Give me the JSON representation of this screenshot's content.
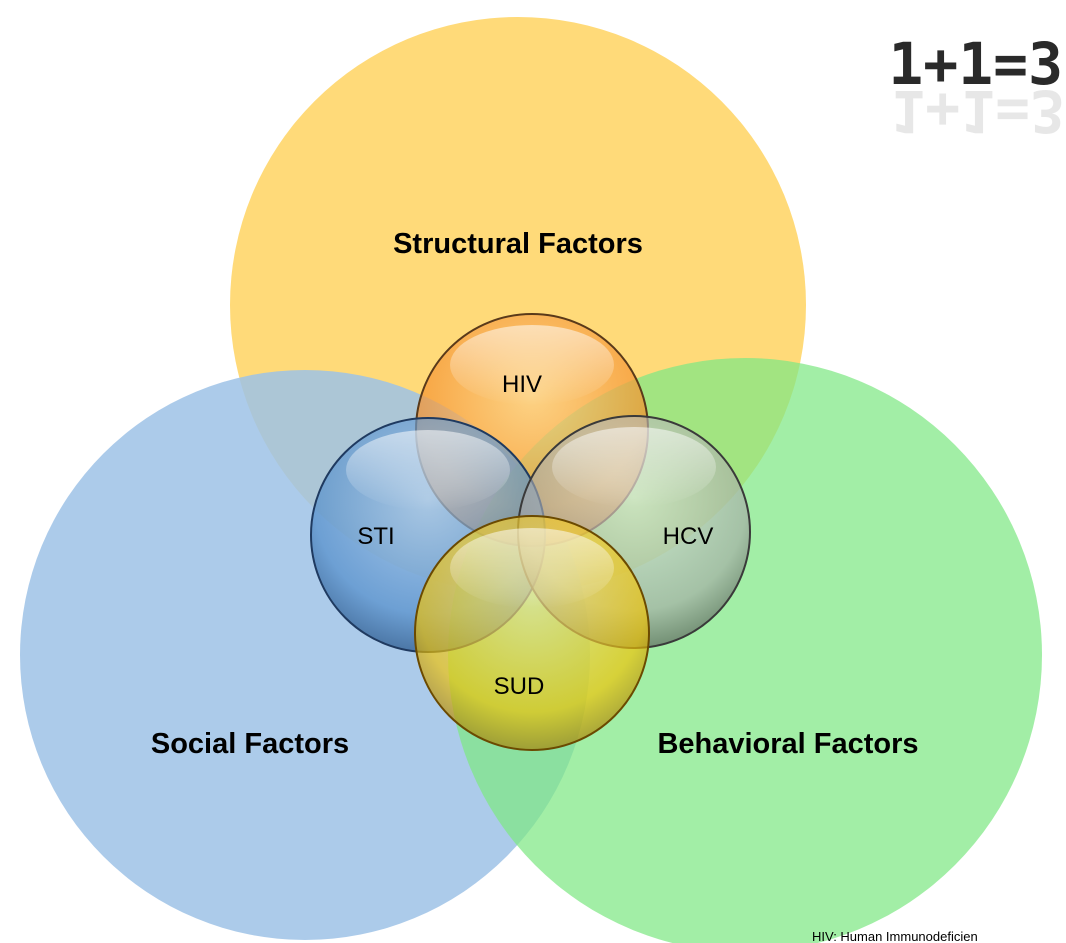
{
  "big_circles": [
    {
      "id": "structural",
      "label": "Structural Factors",
      "fill": "#ffd872",
      "opacity": 0.95
    },
    {
      "id": "social",
      "label": "Social Factors",
      "fill": "#9ec2e6",
      "opacity": 0.85
    },
    {
      "id": "behavioral",
      "label": "Behavioral Factors",
      "fill": "#7ee884",
      "opacity": 0.78
    }
  ],
  "small_circles": [
    {
      "id": "hiv",
      "label": "HIV",
      "fill": "#f5922f",
      "stroke": "#5a3a1a"
    },
    {
      "id": "sti",
      "label": "STI",
      "fill": "#4f8bc9",
      "stroke": "#1f3a60"
    },
    {
      "id": "hcv",
      "label": "HCV",
      "fill": "#a6a6a6",
      "stroke": "#3a3a3a"
    },
    {
      "id": "sud",
      "label": "SUD",
      "fill": "#f2c200",
      "stroke": "#6b4a00"
    }
  ],
  "equation": "1+1=3",
  "footnote": "HIV: Human Immunodeficien"
}
